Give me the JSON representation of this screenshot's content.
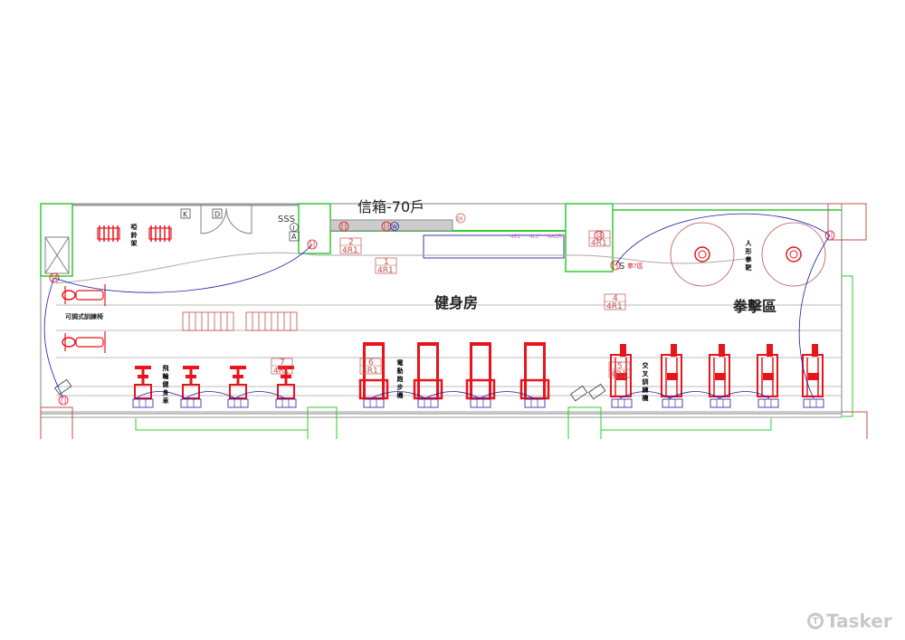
{
  "labels": {
    "mailbox": "信箱-70戶",
    "gym": "健身房",
    "boxing_area": "拳擊區",
    "dumbbell_rack": "啞鈴架",
    "punching_dummy": "人形拳靶",
    "adjustable_bench": "可調式訓練椅",
    "spin_bike": "飛輪健身車",
    "treadmill": "電動跑步機",
    "cross_trainer": "交叉訓練機",
    "boxing_outlet": "拳?區"
  },
  "symbols": {
    "k": "K",
    "d": "D",
    "sss": "SSS",
    "i": "I",
    "a": "A",
    "er": "ER",
    "w": "W",
    "s": "S"
  },
  "circuits": [
    {
      "num": "2",
      "code": "4R1"
    },
    {
      "num": "1",
      "code": "4R1"
    },
    {
      "num": "3",
      "code": "4R1"
    },
    {
      "num": "4",
      "code": "4R1"
    },
    {
      "num": "7",
      "code": "4R1"
    },
    {
      "num": "6",
      "code": "4R1"
    },
    {
      "num": "5",
      "code": "4R1"
    }
  ],
  "panel_codes": [
    "\"4R1\"",
    "\"4L1\"",
    "\"4ACR\""
  ],
  "equipment_counts": {
    "spin_bikes": 4,
    "treadmills": 4,
    "cross_trainers": 5,
    "benches": 2,
    "punching_dummies": 2
  },
  "colors": {
    "equipment": "#e8141c",
    "wall": "#808080",
    "wiring": "#1a1aa8",
    "green": "#2ecc2e",
    "circuit": "#c0504d"
  },
  "watermark": "Tasker"
}
